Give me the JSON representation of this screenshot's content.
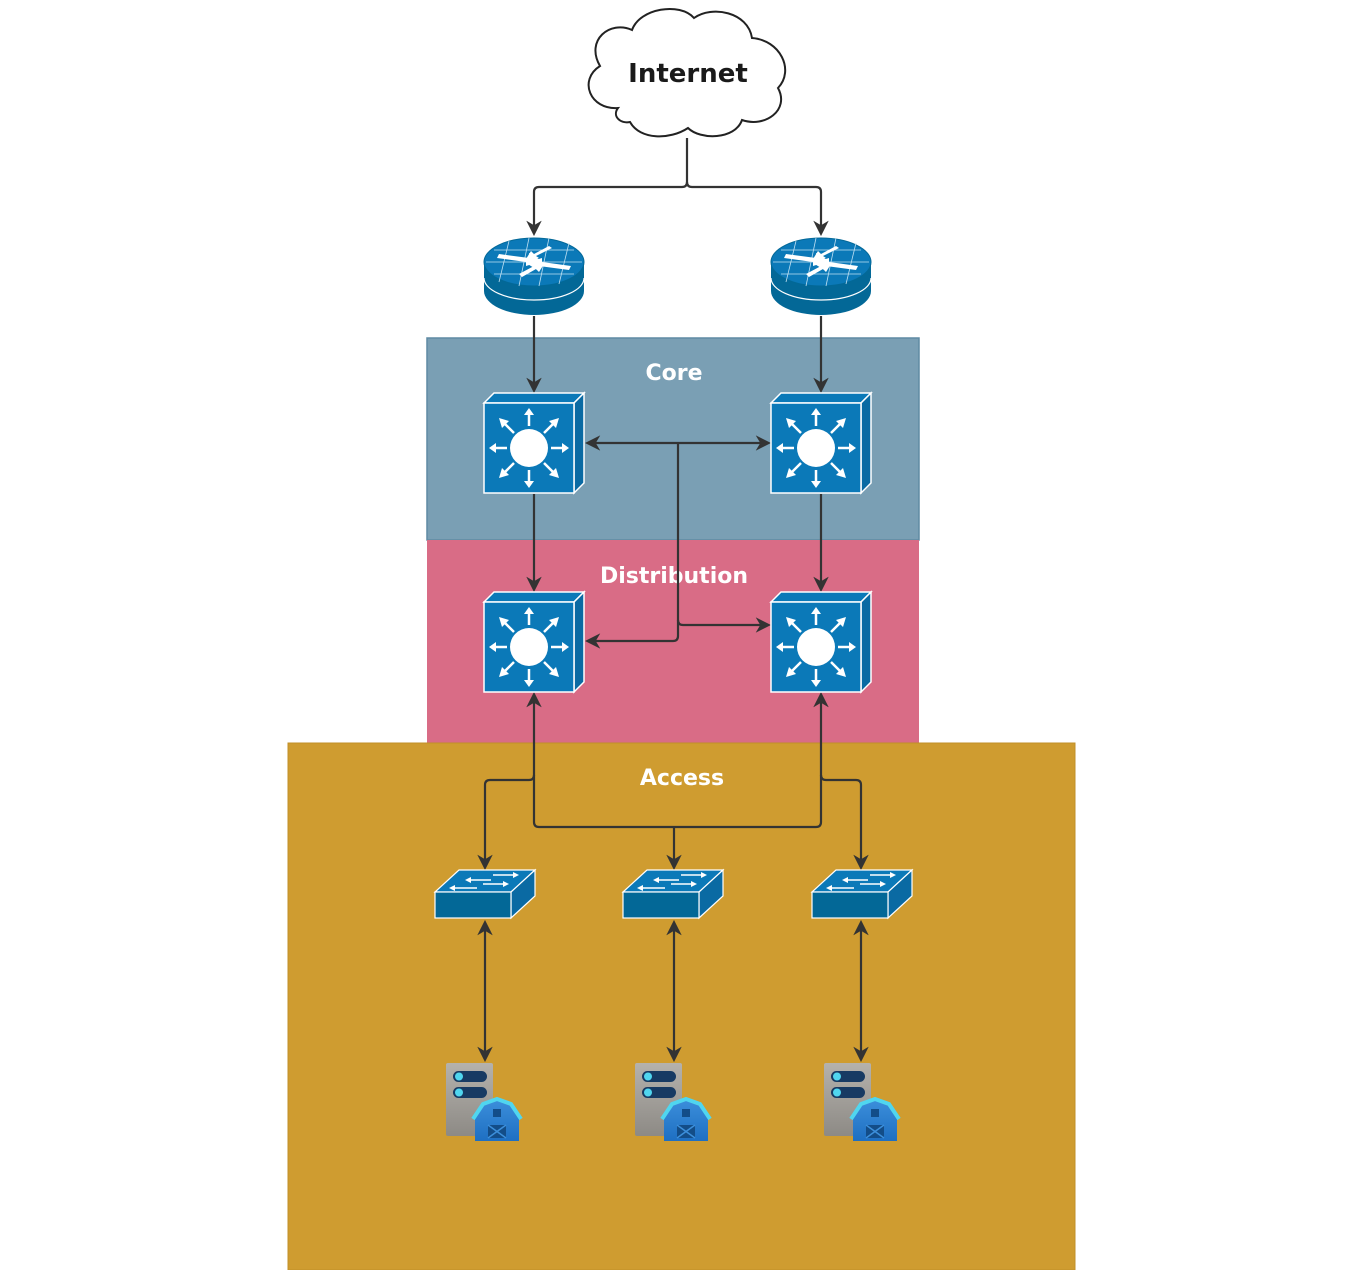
{
  "internet": {
    "label": "Internet"
  },
  "layers": {
    "core": {
      "label": "Core",
      "color": "#7a9fb4"
    },
    "distribution": {
      "label": "Distribution",
      "color": "#d96c86"
    },
    "access": {
      "label": "Access",
      "color": "#cf9c30"
    }
  },
  "devices": {
    "routers": 2,
    "core_switches": 2,
    "distribution_switches": 2,
    "access_switches": 3,
    "servers": 3
  },
  "colors": {
    "device_blue": "#0b79b8",
    "router_blue": "#036897",
    "connector": "#333333"
  }
}
